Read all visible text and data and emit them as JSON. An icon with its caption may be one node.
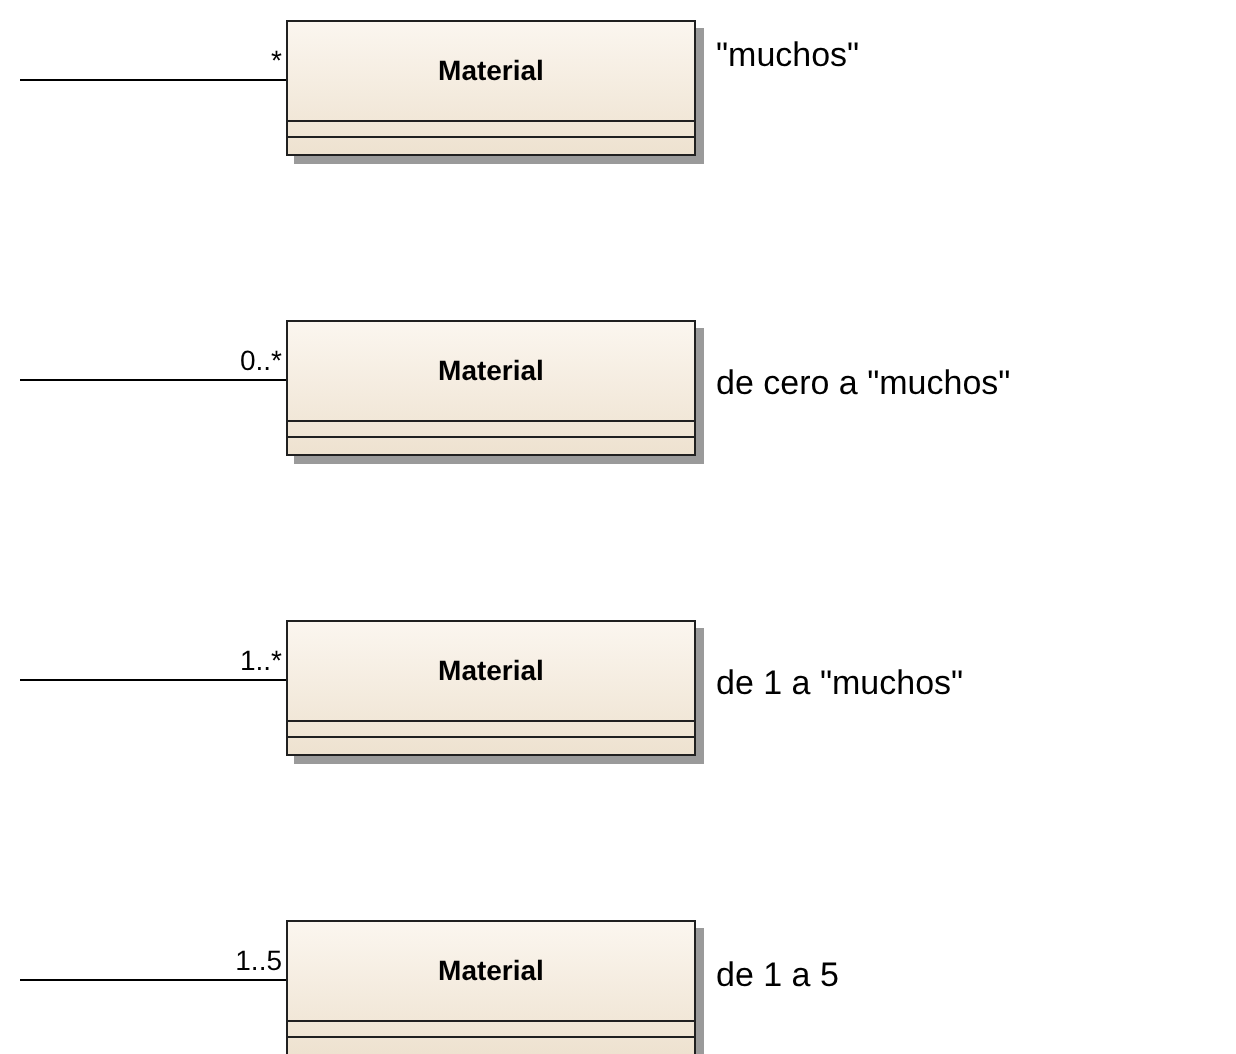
{
  "diagram": {
    "nodes": [
      {
        "text": [
          "Material"
        ],
        "beside": [
          "\"muchos\""
        ]
      },
      {
        "text": [
          "Material"
        ],
        "beside": [
          "de cero a \"muchos\""
        ]
      },
      {
        "text": [
          "Material"
        ],
        "beside": [
          "de 1 a \"muchos\""
        ]
      },
      {
        "text": [
          "Material"
        ],
        "beside": [
          "de 1 a 5"
        ]
      }
    ],
    "edges": [
      {
        "from": null,
        "to": 0,
        "arrow": "none",
        "label": "*"
      },
      {
        "from": null,
        "to": 1,
        "arrow": "none",
        "label": "0..*"
      },
      {
        "from": null,
        "to": 2,
        "arrow": "none",
        "label": "1..*"
      },
      {
        "from": null,
        "to": 3,
        "arrow": "none",
        "label": "1..5"
      }
    ]
  }
}
